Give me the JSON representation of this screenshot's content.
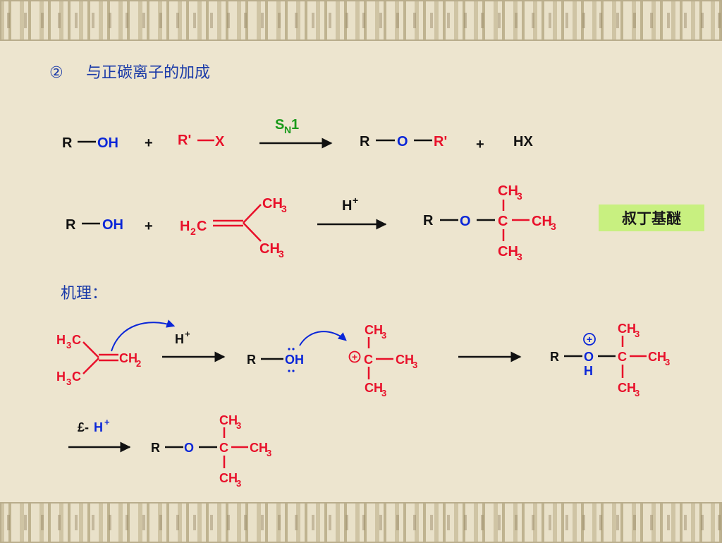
{
  "slide": {
    "heading_number": "②",
    "heading_text": "与正碳离子的加成",
    "mechanism_label": "机理：",
    "product_name": "叔丁基醚"
  },
  "reaction1": {
    "r": "R",
    "oh": "OH",
    "plus1": "+",
    "rprime": "R'",
    "x": "X",
    "condition_s": "S",
    "condition_sub": "N",
    "condition_num": "1",
    "prod_r": "R",
    "prod_o": "O",
    "prod_rprime": "R'",
    "plus2": "+",
    "hx": "HX"
  },
  "reaction2": {
    "r": "R",
    "oh": "OH",
    "plus": "+",
    "h2c": "H",
    "h2c_sub": "2",
    "h2c_c": "C",
    "ch3_top": "CH",
    "ch3_bottom": "CH",
    "sub3": "3",
    "condition": "H",
    "condition_sup": "+",
    "prod_r": "R",
    "prod_o": "O",
    "prod_c": "C",
    "prod_ch3_top": "CH",
    "prod_ch3_right": "CH",
    "prod_ch3_bottom": "CH"
  },
  "mechanism": {
    "h3c_top": "H",
    "h3c_bottom": "H",
    "c": "C",
    "ch2": "CH",
    "sub2": "2",
    "sub3": "3",
    "h_plus": "H",
    "plus_sup": "+",
    "r": "R",
    "oh": "OH",
    "cation_c": "C",
    "charge": "+",
    "oxonium_r": "R",
    "oxonium_o": "O",
    "oxonium_h": "H",
    "oxonium_c": "C",
    "ch3": "CH",
    "final_prefix": "£-",
    "final_h": "H",
    "final_r": "R",
    "final_o": "O",
    "final_c": "C"
  },
  "colors": {
    "red": "#e8102a",
    "blue": "#0a26d8",
    "green": "#1a9a1a",
    "black": "#111111",
    "heading_blue": "#1a3aa8",
    "badge": "#c8f080"
  }
}
